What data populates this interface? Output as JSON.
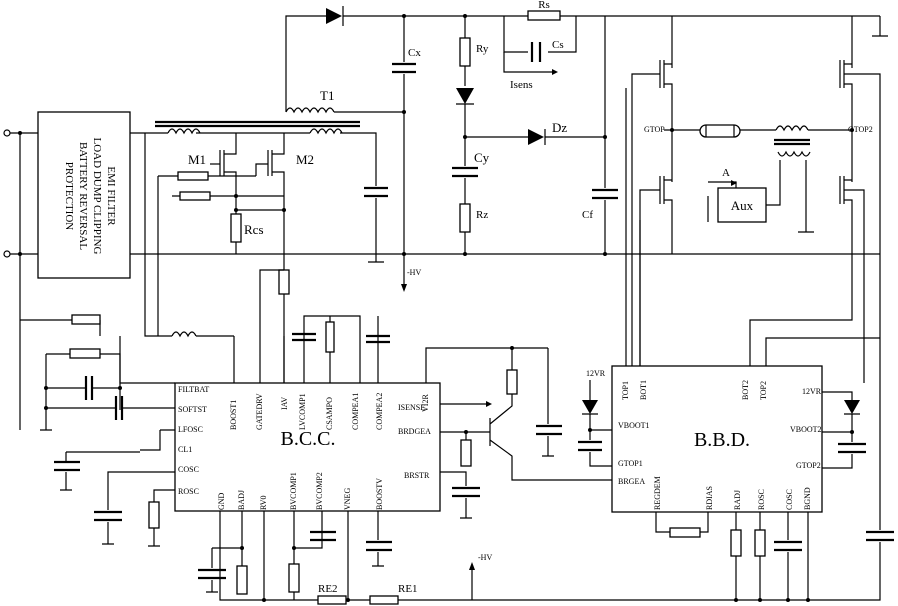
{
  "blocks": {
    "emi": [
      "EMI FILTER",
      "LOAD DUMP CLIPPING",
      "BATTERY REVERSAL",
      "PROTECTION"
    ],
    "bcc": "B.C.C.",
    "bbd": "B.B.D.",
    "aux": "Aux"
  },
  "components": {
    "t1": "T1",
    "cx": "Cx",
    "rs": "Rs",
    "ry": "Ry",
    "cs": "Cs",
    "isens": "Isens",
    "dz": "Dz",
    "cy": "Cy",
    "rz": "Rz",
    "cf": "Cf",
    "m1": "M1",
    "m2": "M2",
    "rcs": "Rcs",
    "re1": "RE1",
    "re2": "RE2",
    "a": "A"
  },
  "nets": {
    "hv_top": "-HV",
    "hv_bottom": "-HV",
    "gtop_left": "GTOP",
    "gtop_right": "GTOP2"
  },
  "bcc_pins": {
    "left": [
      "FILTBAT",
      "SOFTST",
      "LFOSC",
      "CL1",
      "COSC",
      "ROSC"
    ],
    "top": [
      "BOOST1",
      "GATEDRV",
      "IAV",
      "LVCOMP1",
      "CSAMPO",
      "COMPEA1",
      "COMPEA2",
      "VI2R"
    ],
    "right": [
      "ISENSE",
      "BRDGEA",
      "BRSTR"
    ],
    "bottom": [
      "GND",
      "BADJ",
      "RV0",
      "BVCOMP1",
      "BVCOMP2",
      "VNEG",
      "BOOSTV"
    ]
  },
  "bbd_pins": {
    "top": [
      "TOP1",
      "BOT1",
      "BOT2",
      "TOP2"
    ],
    "left": [
      "12VR",
      "VBOOT1",
      "GTOP1",
      "BRGEA"
    ],
    "right": [
      "12VR",
      "VBOOT2",
      "GTOP2"
    ],
    "bottom": [
      "REGDEM",
      "RDIAS",
      "RADJ",
      "ROSC",
      "COSC",
      "BGND"
    ]
  }
}
